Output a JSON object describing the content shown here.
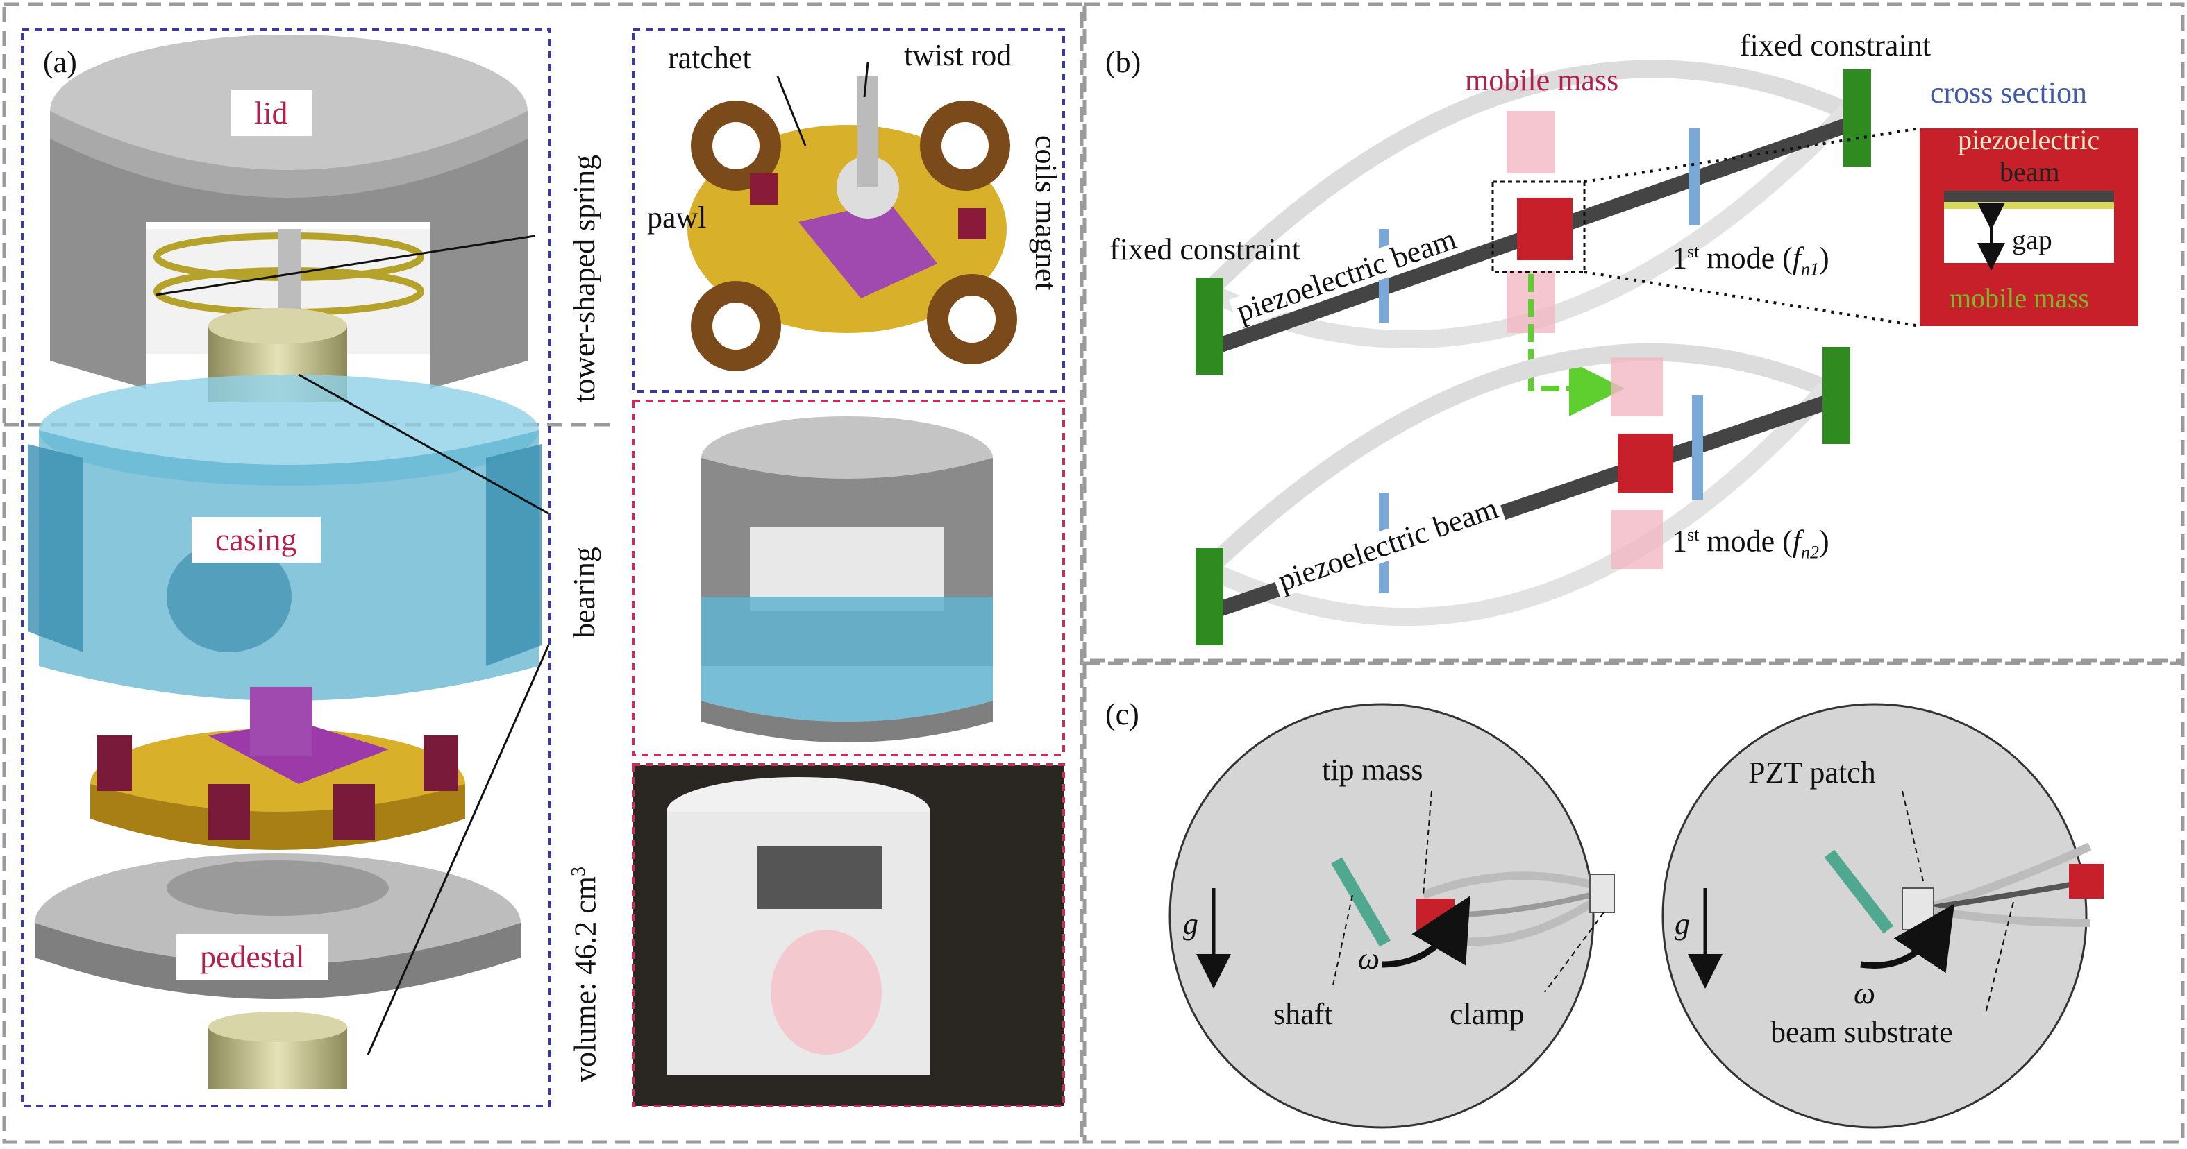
{
  "panel_a": {
    "tag": "(a)",
    "lid": "lid",
    "casing": "casing",
    "pedestal": "pedestal",
    "tower_spring": "tower-shaped spring",
    "bearing": "bearing",
    "volume_prefix": "volume: 46.2 cm",
    "volume_sup": "3",
    "ratchet": "ratchet",
    "twist_rod": "twist rod",
    "pawl": "pawl",
    "coils_magnet": "coils magnet"
  },
  "panel_b": {
    "tag": "(b)",
    "mobile_mass": "mobile mass",
    "fixed_constraint_top": "fixed constraint",
    "fixed_constraint_left": "fixed constraint",
    "cross_section": "cross section",
    "piezo_beam_title_1": "piezoelectric",
    "piezo_beam_title_2": "beam",
    "gap": "gap",
    "mobile_mass_inset": "mobile mass",
    "piezo_beam_1": "piezoelectric beam",
    "piezo_beam_2": "piezoelectric beam",
    "mode1_prefix": "1",
    "mode1_sup": "st",
    "mode1_text": " mode (",
    "mode1_f": "f",
    "mode1_sub": "n1",
    "mode1_close": ")",
    "mode2_prefix": "1",
    "mode2_sup": "st",
    "mode2_text": " mode (",
    "mode2_f": "f",
    "mode2_sub": "n2",
    "mode2_close": ")"
  },
  "panel_c": {
    "tag": "(c)",
    "tip_mass": "tip mass",
    "g_left": "g",
    "omega_left": "ω",
    "shaft": "shaft",
    "clamp": "clamp",
    "pzt_patch": "PZT patch",
    "g_right": "g",
    "omega_right": "ω",
    "beam_substrate": "beam substrate"
  },
  "colors": {
    "frame_gray": "#9a9a9a",
    "blue_dash": "#3a3a9a",
    "red_dash": "#c0305a",
    "label_red": "#b0204a",
    "label_blue": "#3f5aa8",
    "beam_green": "#2f8a1f",
    "mass_red": "#c8202a",
    "casing_cyan": "#5fb3cf",
    "disk_yellow": "#d8b02a"
  }
}
